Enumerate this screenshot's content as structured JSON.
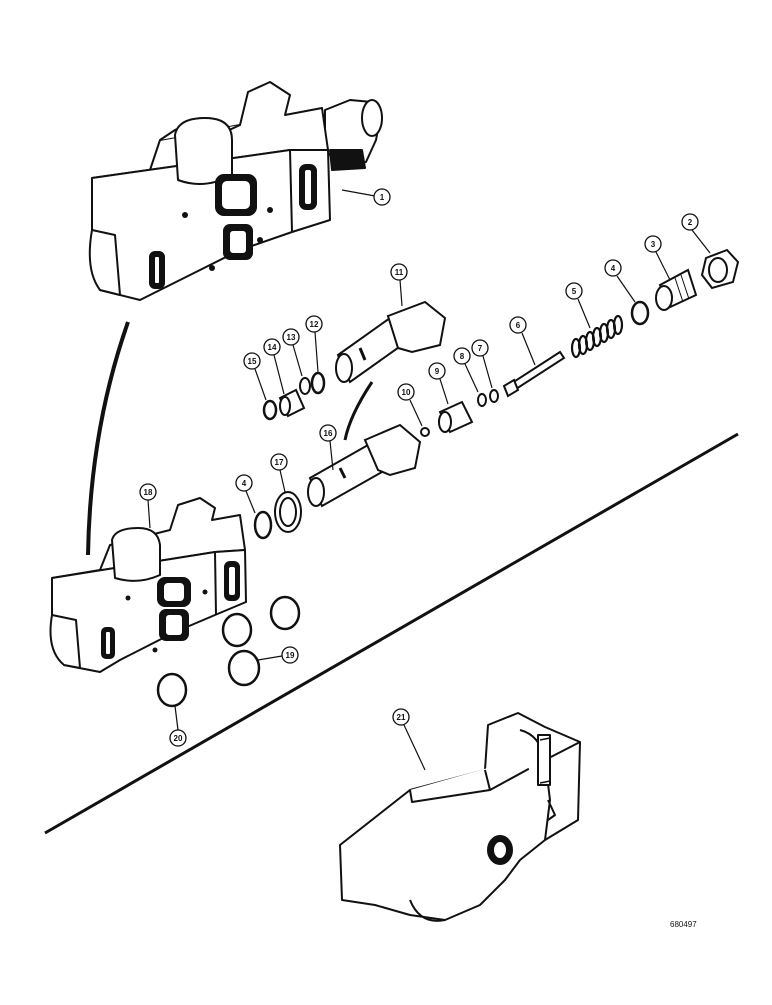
{
  "drawing": {
    "number": "680497",
    "callouts": [
      "1",
      "2",
      "3",
      "4",
      "5",
      "6",
      "7",
      "8",
      "9",
      "10",
      "11",
      "12",
      "13",
      "14",
      "15",
      "16",
      "17",
      "18",
      "4",
      "19",
      "20",
      "21"
    ]
  }
}
